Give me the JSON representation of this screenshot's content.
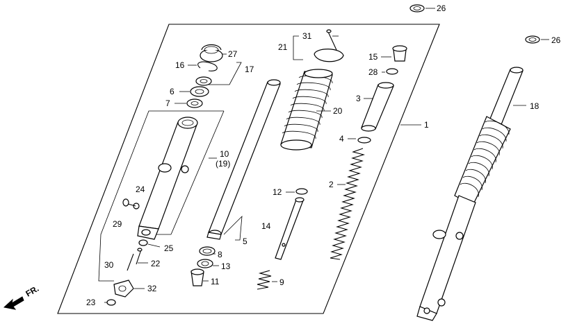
{
  "diagram": {
    "direction_label": "FR.",
    "callouts": {
      "c1": "1",
      "c2": "2",
      "c3": "3",
      "c4": "4",
      "c5": "5",
      "c6": "6",
      "c7": "7",
      "c8": "8",
      "c9": "9",
      "c10": "10",
      "c10b": "(19)",
      "c11": "11",
      "c12": "12",
      "c13": "13",
      "c14": "14",
      "c15": "15",
      "c16": "16",
      "c17": "17",
      "c18": "18",
      "c20": "20",
      "c21": "21",
      "c22": "22",
      "c23": "23",
      "c24": "24",
      "c25": "25",
      "c26a": "26",
      "c26b": "26",
      "c27": "27",
      "c28": "28",
      "c29": "29",
      "c30": "30",
      "c31": "31",
      "c32": "32"
    },
    "icons": [
      "direction-arrow-icon"
    ]
  }
}
